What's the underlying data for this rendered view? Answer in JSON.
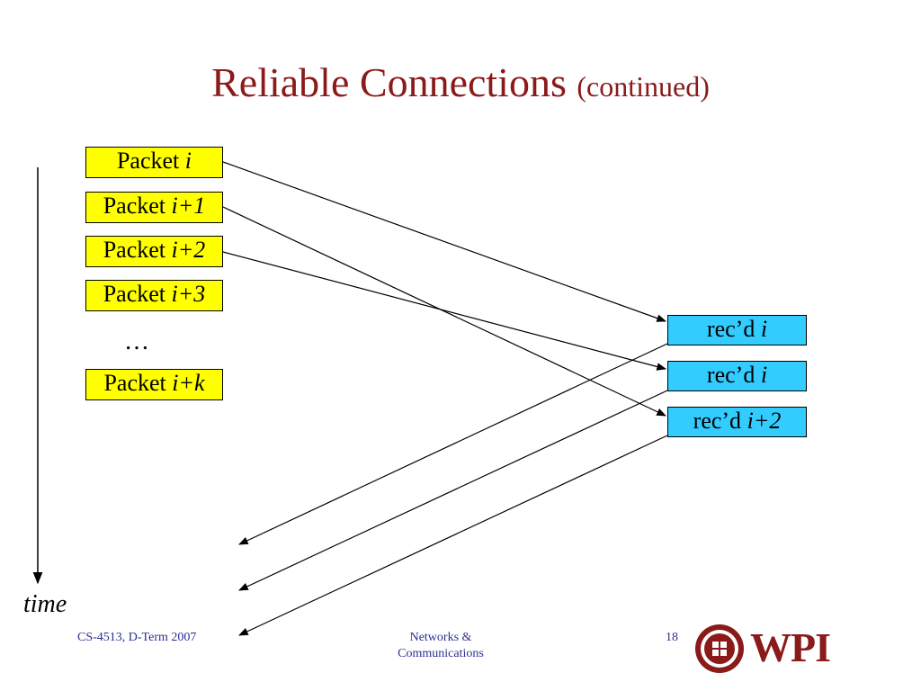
{
  "slide": {
    "title": "Reliable Connections",
    "title_sub": "(continued)"
  },
  "packets": [
    {
      "prefix": "Packet ",
      "var": "i"
    },
    {
      "prefix": "Packet ",
      "var": "i+1"
    },
    {
      "prefix": "Packet ",
      "var": "i+2"
    },
    {
      "prefix": "Packet ",
      "var": "i+3"
    },
    {
      "prefix": "Packet ",
      "var": "i+k"
    }
  ],
  "ellipsis": "…",
  "acks": [
    {
      "prefix": "rec’d ",
      "var": "i"
    },
    {
      "prefix": "rec’d ",
      "var": "i"
    },
    {
      "prefix": "rec’d ",
      "var": "i+2"
    }
  ],
  "time_label": "time",
  "footer": {
    "course": "CS-4513, D-Term 2007",
    "topic_line1": "Networks &",
    "topic_line2": "Communications",
    "page": "18",
    "logo_text": "WPI"
  },
  "colors": {
    "title": "#8b1a1a",
    "packet_fill": "#ffff00",
    "ack_fill": "#33ccff",
    "footer_text": "#2b2f8f"
  }
}
